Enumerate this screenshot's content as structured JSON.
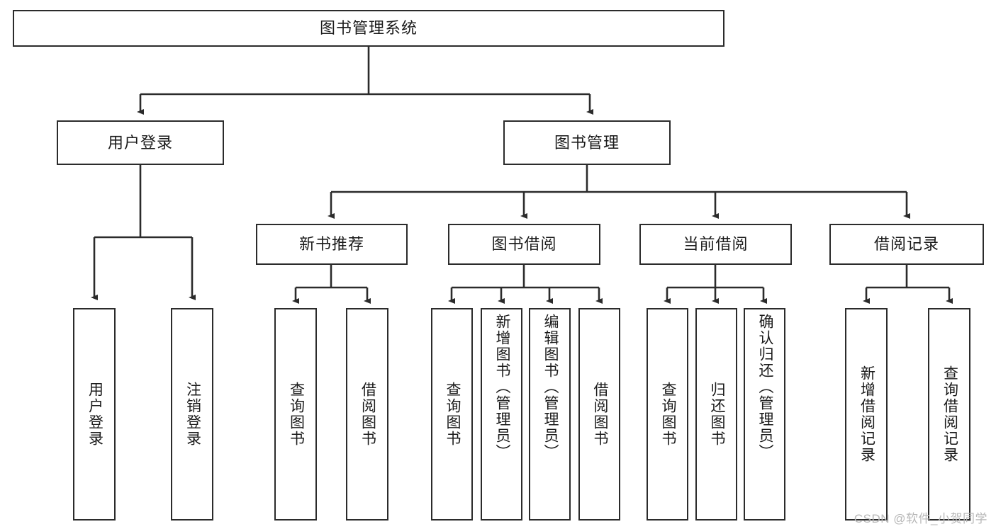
{
  "diagram": {
    "title": "图书管理系统",
    "type": "tree-hierarchy-diagram",
    "colors": {
      "box_border": "#2b2b2b",
      "box_fill": "#ffffff",
      "connector": "#2b2b2b",
      "text": "#1a1a1a",
      "watermark": "#b8b8b8"
    },
    "nodes": {
      "root": {
        "label": "图书管理系统"
      },
      "level2": [
        {
          "id": "user-login",
          "label": "用户登录"
        },
        {
          "id": "book-management",
          "label": "图书管理"
        }
      ],
      "level3": [
        {
          "id": "new-book-recommend",
          "label": "新书推荐"
        },
        {
          "id": "book-borrow",
          "label": "图书借阅"
        },
        {
          "id": "current-borrow",
          "label": "当前借阅"
        },
        {
          "id": "borrow-record",
          "label": "借阅记录"
        }
      ],
      "level4": {
        "user_login": [
          {
            "id": "leaf-user-login",
            "label": "用户登录"
          },
          {
            "id": "leaf-logout-login",
            "label": "注销登录"
          }
        ],
        "new_book_recommend": [
          {
            "id": "leaf-query-book-1",
            "label": "查询图书"
          },
          {
            "id": "leaf-borrow-book-1",
            "label": "借阅图书"
          }
        ],
        "book_borrow": [
          {
            "id": "leaf-query-book-2",
            "label": "查询图书"
          },
          {
            "id": "leaf-add-book",
            "label": "新增图书（管理员）"
          },
          {
            "id": "leaf-edit-book",
            "label": "编辑图书（管理员）"
          },
          {
            "id": "leaf-borrow-book-2",
            "label": "借阅图书"
          }
        ],
        "current_borrow": [
          {
            "id": "leaf-query-book-3",
            "label": "查询图书"
          },
          {
            "id": "leaf-return-book",
            "label": "归还图书"
          },
          {
            "id": "leaf-confirm-return",
            "label": "确认归还（管理员）"
          }
        ],
        "borrow_record": [
          {
            "id": "leaf-add-record",
            "label": "新增借阅记录"
          },
          {
            "id": "leaf-query-record",
            "label": "查询借阅记录"
          }
        ]
      }
    },
    "watermark": "CSDN @软件_小贺同学"
  }
}
